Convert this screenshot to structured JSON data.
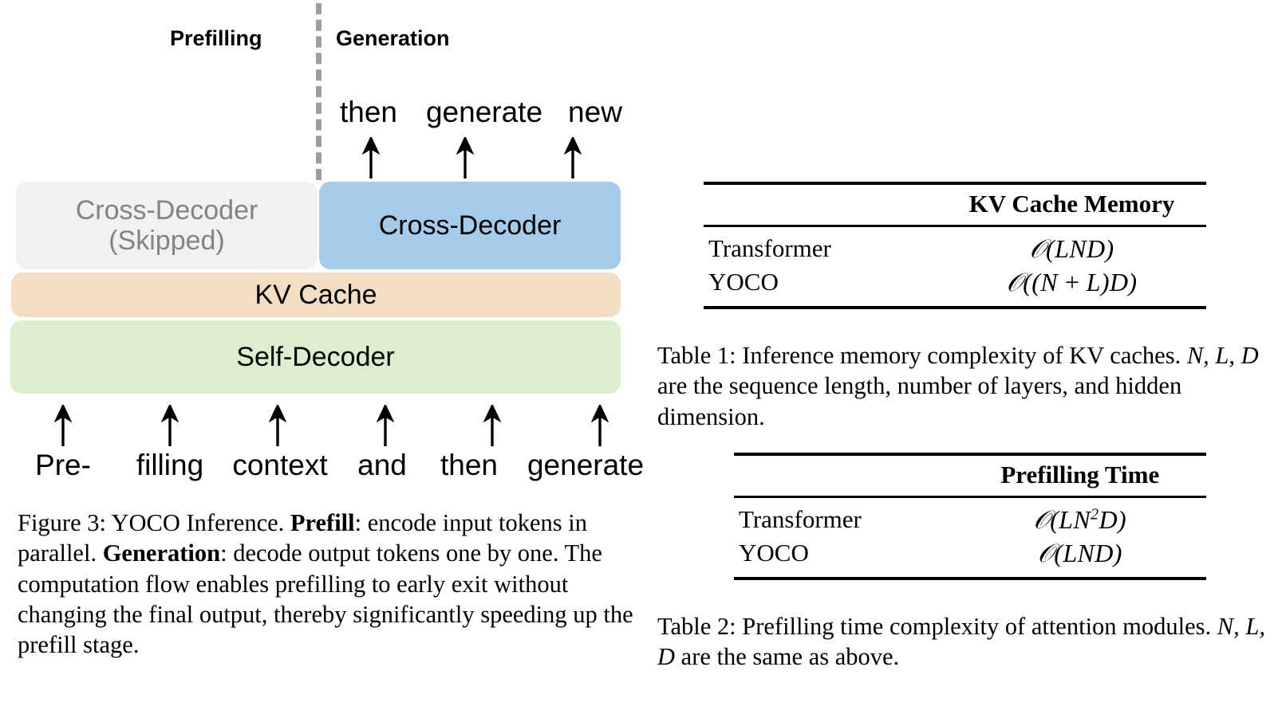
{
  "figure": {
    "stage_labels": {
      "prefilling": "Prefilling",
      "generation": "Generation"
    },
    "output_tokens": [
      "then",
      "generate",
      "new"
    ],
    "input_tokens": [
      "Pre-",
      "filling",
      "context",
      "and",
      "then",
      "generate"
    ],
    "blocks": {
      "cross_decoder_skipped_line1": "Cross-Decoder",
      "cross_decoder_skipped_line2": "(Skipped)",
      "cross_decoder_active": "Cross-Decoder",
      "kv_cache": "KV Cache",
      "self_decoder": "Self-Decoder"
    },
    "caption": {
      "prefix": "Figure 3: YOCO Inference. ",
      "bold1": "Prefill",
      "mid1": ": encode input tokens in parallel. ",
      "bold2": "Generation",
      "mid2": ": decode output tokens one by one. The computation flow enables prefilling to early exit without changing the final output, thereby significantly speeding up the prefill stage."
    },
    "colors": {
      "cross_decoder_skipped_bg": "#f1f1f1",
      "cross_decoder_skipped_fg": "#838383",
      "cross_decoder_active_bg": "#a6caea",
      "kv_cache_bg": "#f4ddc5",
      "self_decoder_bg": "#dbeecd",
      "divider": "#9e9e9e"
    }
  },
  "table1": {
    "number": "Table 1",
    "header": {
      "name_col": "",
      "value_col": "KV Cache Memory"
    },
    "rows": [
      {
        "name": "Transformer",
        "value": "O(LND)"
      },
      {
        "name": "YOCO",
        "value": "O((N + L)D)"
      }
    ],
    "caption": {
      "lead": "Table 1: Inference memory complexity of KV caches. ",
      "math": "N, L, D",
      "tail": " are the sequence length, number of layers, and hidden dimension."
    }
  },
  "table2": {
    "number": "Table 2",
    "header": {
      "name_col": "",
      "value_col": "Prefilling Time"
    },
    "rows": [
      {
        "name": "Transformer",
        "value": "O(LN²D)"
      },
      {
        "name": "YOCO",
        "value": "O(LND)"
      }
    ],
    "caption": {
      "lead": "Table 2: Prefilling time complexity of attention modules. ",
      "math": "N, L, D",
      "tail": " are the same as above."
    }
  }
}
